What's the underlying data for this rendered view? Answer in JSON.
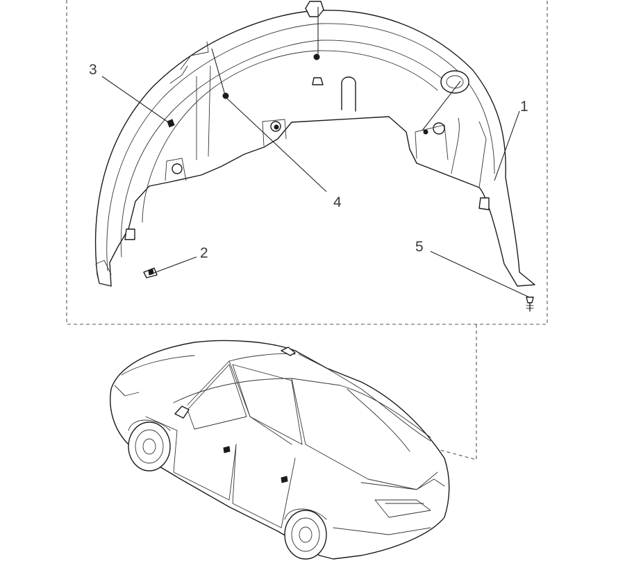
{
  "diagram": {
    "callouts": [
      {
        "id": "1",
        "label": "1"
      },
      {
        "id": "2",
        "label": "2"
      },
      {
        "id": "3",
        "label": "3"
      },
      {
        "id": "4",
        "label": "4"
      },
      {
        "id": "5",
        "label": "5"
      }
    ],
    "colors": {
      "line": "#1a1a1a",
      "background": "#ffffff",
      "label": "#3a3a3a"
    }
  }
}
